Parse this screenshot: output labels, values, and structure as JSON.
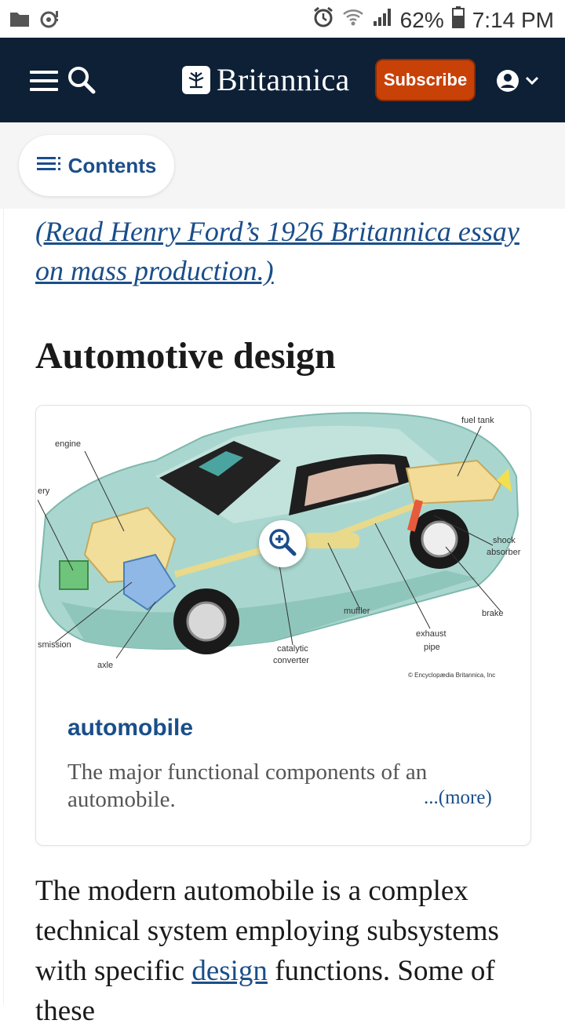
{
  "status_bar": {
    "battery": "62%",
    "time": "7:14 PM",
    "left_icons": [
      "folder-icon",
      "notification-icon"
    ],
    "right_icons": [
      "alarm-icon",
      "wifi-icon",
      "signal-icon",
      "battery-icon"
    ]
  },
  "nav": {
    "brand": "Britannica",
    "subscribe_label": "Subscribe",
    "colors": {
      "bar": "#0d2036",
      "subscribe": "#c84208"
    }
  },
  "contents": {
    "label": "Contents"
  },
  "article": {
    "ford_link": "(Read Henry Ford’s 1926 Britannica essay on mass production.)",
    "section_title": "Automotive design",
    "figure": {
      "title": "automobile",
      "caption": "The major functional components of an automobile.",
      "more": "...(more)",
      "labels": {
        "engine": "engine",
        "battery": "ery",
        "transmission": "smission",
        "axle": "axle",
        "catalytic1": "catalytic",
        "catalytic2": "converter",
        "muffler": "muffler",
        "exhaust1": "exhaust",
        "exhaust2": "pipe",
        "brake": "brake",
        "shock1": "shock",
        "shock2": "absorber",
        "fuel_tank": "fuel tank",
        "copyright": "© Encyclopædia Britannica, Inc"
      }
    },
    "body_start": "The modern automobile is a complex technical system employing subsystems with specific ",
    "body_link": "design",
    "body_end": " functions. Some of these"
  }
}
